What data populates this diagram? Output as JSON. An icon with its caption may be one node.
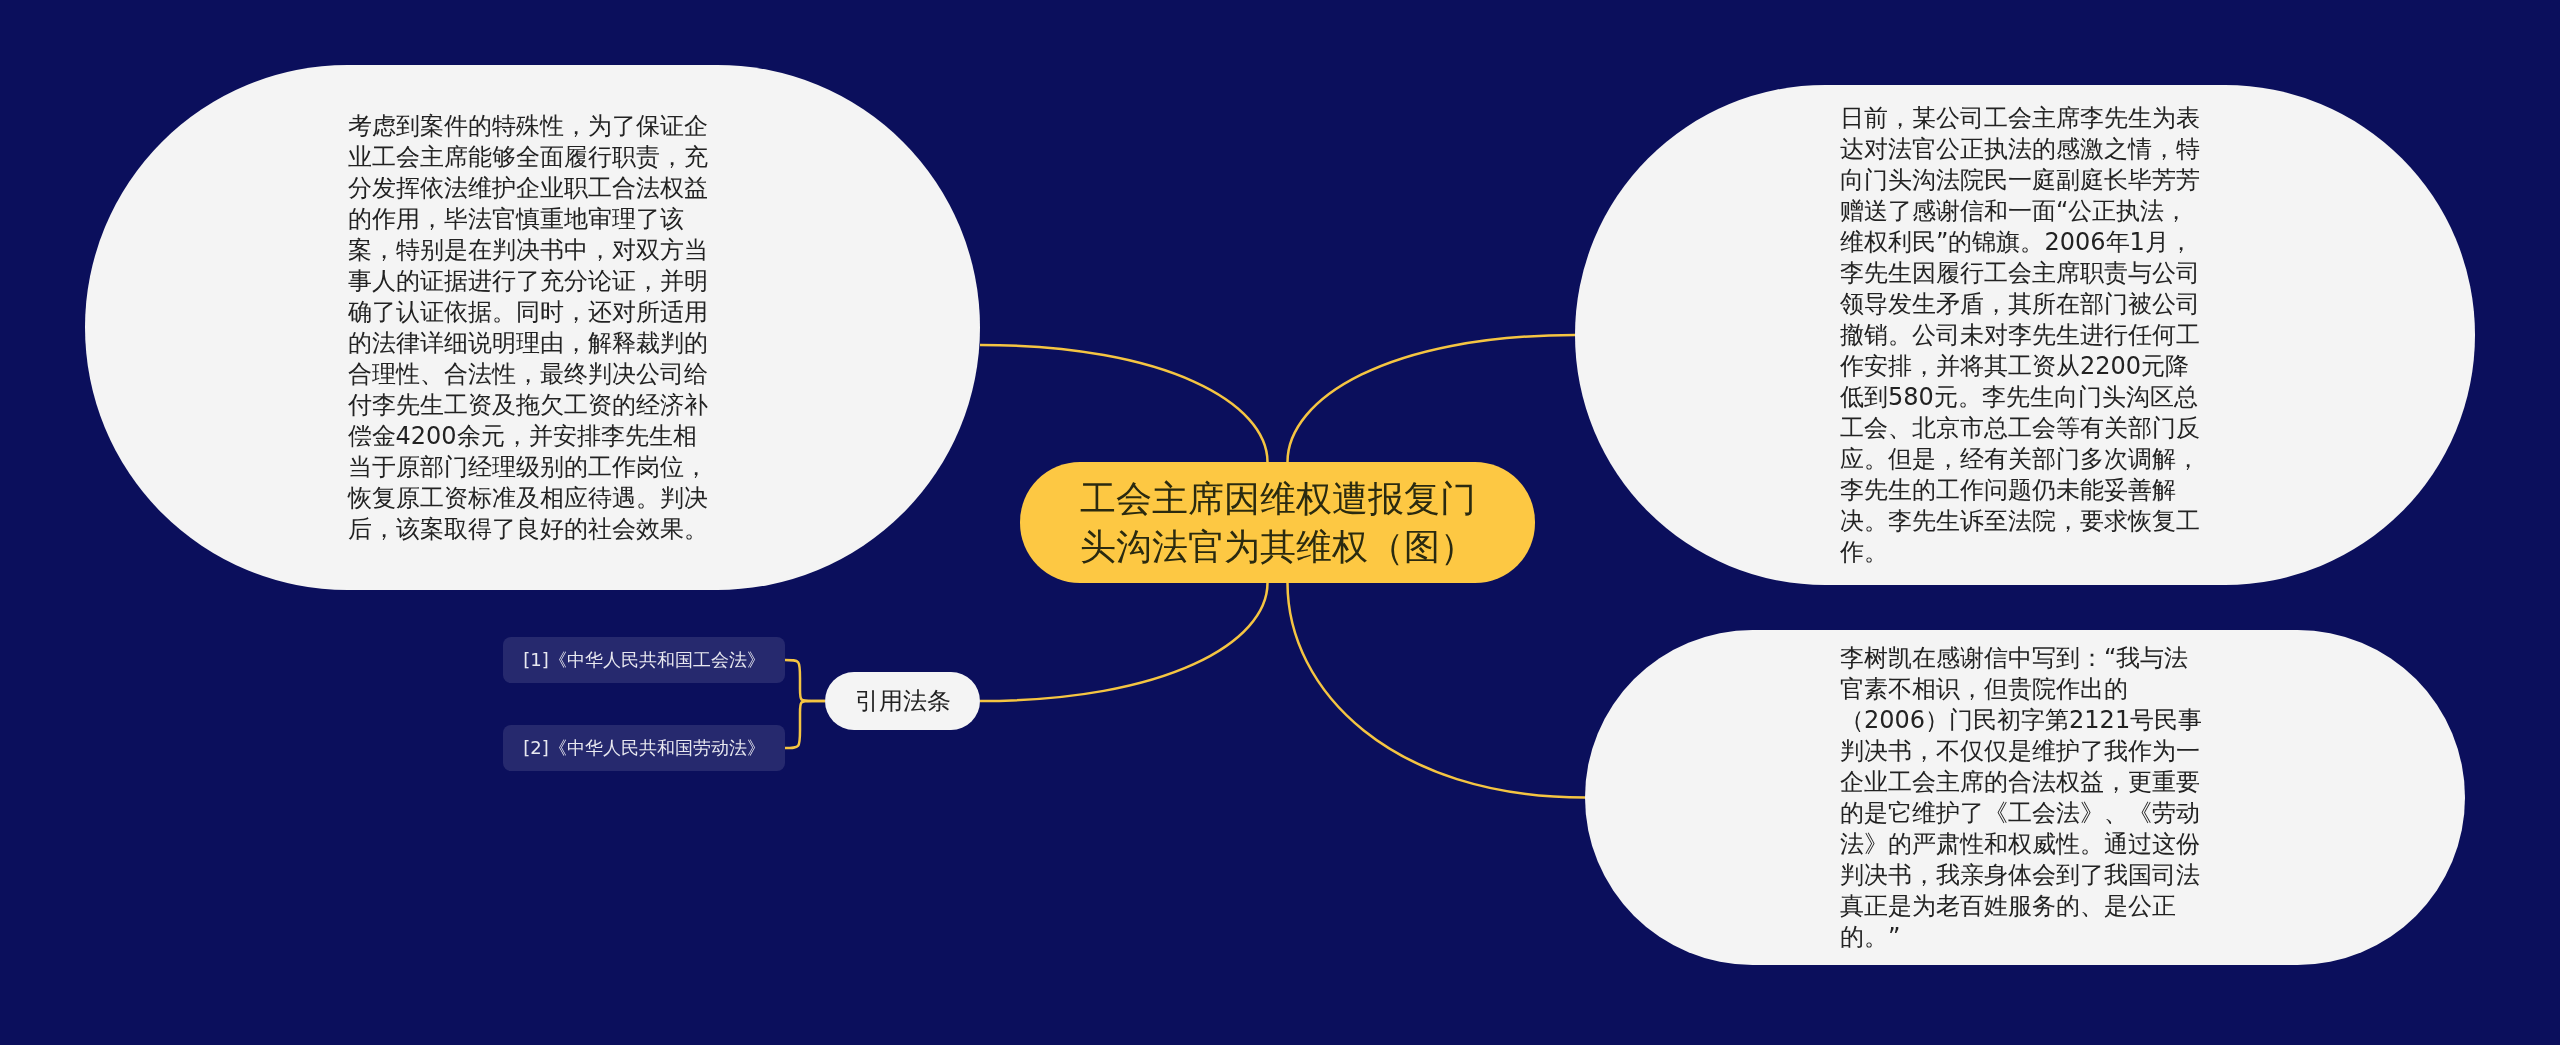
{
  "diagram": {
    "nodes": [
      {
        "text": [
          "工会主席因维权遭报复门头沟法官为其维权（图）"
        ]
      },
      {
        "text": [
          "考虑到案件的特殊性，为了保证企业工会主席能够全面履行职责，充分发挥依法维护企业职工合法权益的作用，毕法官慎重地审理了该案，特别是在判决书中，对双方当事人的证据进行了充分论证，并明确了认证依据。同时，还对所适用的法律详细说明理由，解释裁判的合理性、合法性，最终判决公司给付李先生工资及拖欠工资的经济补偿金4200余元，并安排李先生相当于原部门经理级别的工作岗位，恢复原工资标准及相应待遇。判决后，该案取得了良好的社会效果。"
        ]
      },
      {
        "text": [
          "日前，某公司工会主席李先生为表达对法官公正执法的感激之情，特向门头沟法院民一庭副庭长毕芳芳赠送了感谢信和一面“公正执法，维权利民”的锦旗。2006年1月，李先生因履行工会主席职责与公司领导发生矛盾，其所在部门被公司撤销。公司未对李先生进行任何工作安排，并将其工资从2200元降低到580元。李先生向门头沟区总工会、北京市总工会等有关部门反应。但是，经有关部门多次调解，李先生的工作问题仍未能妥善解决。李先生诉至法院，要求恢复工作。"
        ]
      },
      {
        "text": [
          "李树凯在感谢信中写到：“我与法官素不相识，但贵院作出的（2006）门民初字第2121号民事判决书，不仅仅是维护了我作为一企业工会主席的合法权益，更重要的是它维护了《工会法》、《劳动法》的严肃性和权威性。通过这份判决书，我亲身体会到了我国司法真正是为老百姓服务的、是公正的。”"
        ]
      },
      {
        "text": [
          "引用法条"
        ]
      },
      {
        "text": [
          "[1]《中华人民共和国工会法》"
        ]
      },
      {
        "text": [
          "[2]《中华人民共和国劳动法》"
        ]
      }
    ],
    "edges": [
      {
        "from": 0,
        "to": 1,
        "arrow": "none"
      },
      {
        "from": 0,
        "to": 2,
        "arrow": "none"
      },
      {
        "from": 0,
        "to": 3,
        "arrow": "none"
      },
      {
        "from": 0,
        "to": 4,
        "arrow": "none"
      },
      {
        "from": 4,
        "to": 5,
        "arrow": "none"
      },
      {
        "from": 4,
        "to": 6,
        "arrow": "none"
      }
    ]
  }
}
